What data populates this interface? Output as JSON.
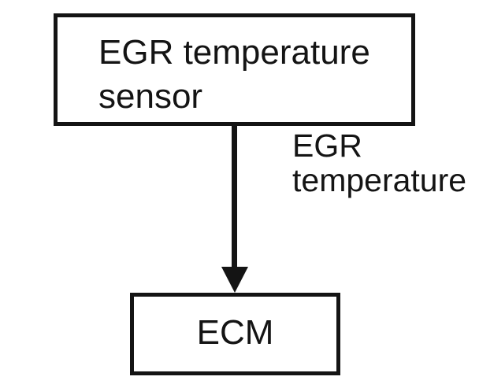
{
  "diagram": {
    "type": "block-diagram",
    "nodes": [
      {
        "id": "egr-temperature-sensor",
        "label_lines": [
          "EGR temperature",
          "sensor"
        ]
      },
      {
        "id": "ecm",
        "label_lines": [
          "ECM"
        ]
      }
    ],
    "edges": [
      {
        "from": "egr-temperature-sensor",
        "to": "ecm",
        "direction": "down",
        "arrow": "filled-triangle",
        "label_lines": [
          "EGR",
          "temperature"
        ]
      }
    ],
    "colors": {
      "ink": "#141414",
      "background": "#ffffff"
    }
  }
}
